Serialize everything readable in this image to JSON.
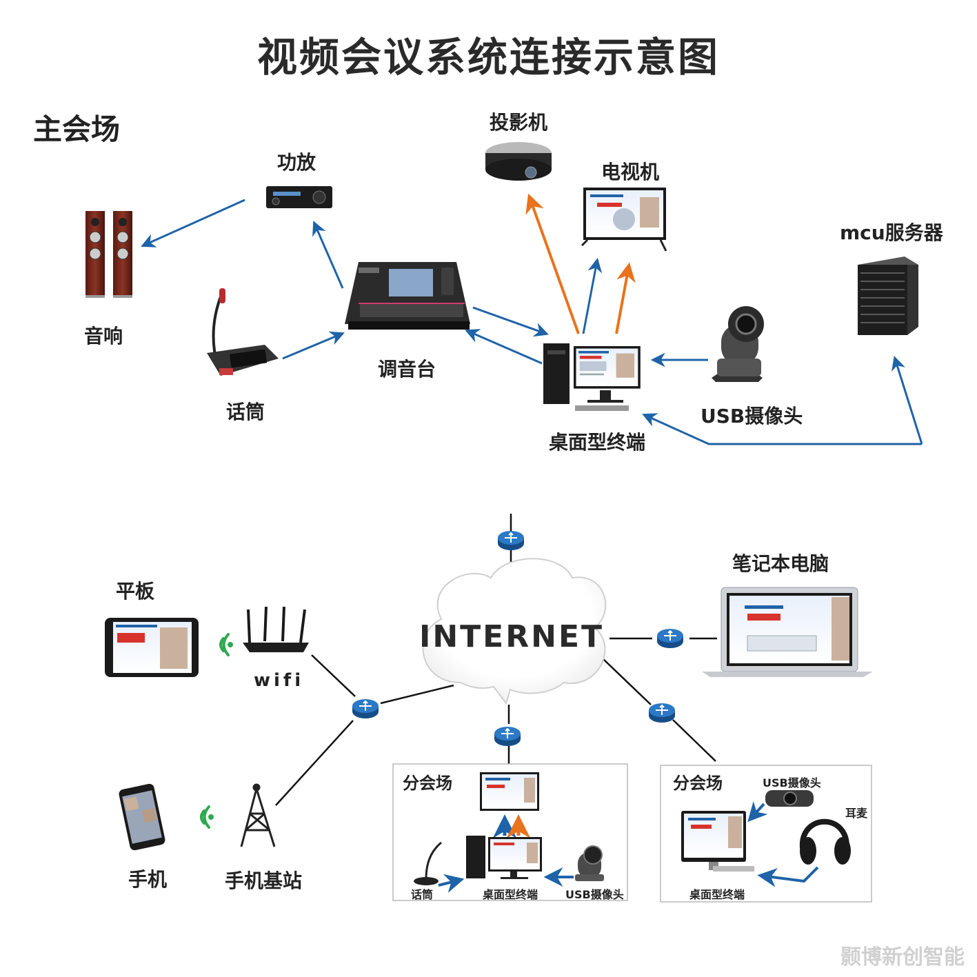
{
  "title": "视频会议系统连接示意图",
  "main_venue": {
    "heading": "主会场",
    "devices": {
      "speakers": "音响",
      "amplifier": "功放",
      "mixer": "调音台",
      "microphone": "话筒",
      "projector": "投影机",
      "tv": "电视机",
      "desktop_terminal": "桌面型终端",
      "usb_camera": "USB摄像头",
      "mcu_server": "mcu服务器"
    }
  },
  "network": {
    "cloud_label": "INTERNET",
    "tablet": "平板",
    "wifi": "wifi",
    "phone": "手机",
    "base_station": "手机基站",
    "laptop": "笔记本电脑"
  },
  "branch_venue_1": {
    "heading": "分会场",
    "microphone": "话筒",
    "desktop_terminal": "桌面型终端",
    "usb_camera": "USB摄像头"
  },
  "branch_venue_2": {
    "heading": "分会场",
    "usb_camera": "USB摄像头",
    "headset": "耳麦",
    "desktop_terminal": "桌面型终端"
  },
  "watermark": "颢博新创智能",
  "colors": {
    "arrow_blue": "#1f63a8",
    "arrow_orange": "#e8731c",
    "router_blue": "#1c5fa6",
    "line_black": "#111111"
  }
}
